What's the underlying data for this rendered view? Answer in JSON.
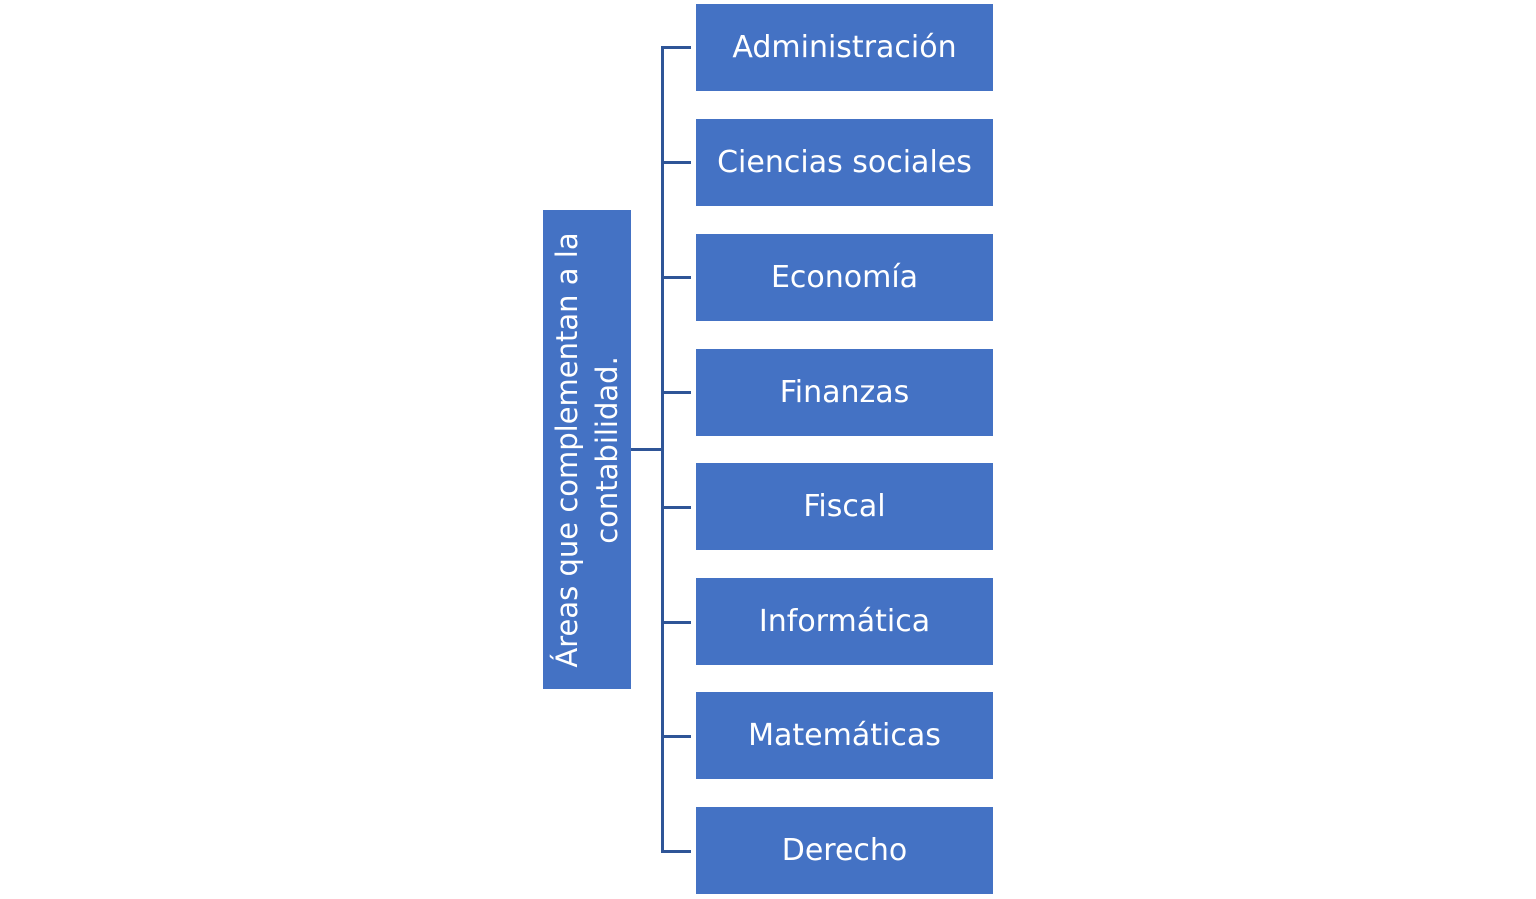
{
  "diagram": {
    "root": {
      "label": "Áreas que complementan a la contabilidad."
    },
    "children": [
      {
        "label": "Administración"
      },
      {
        "label": "Ciencias sociales"
      },
      {
        "label": "Economía"
      },
      {
        "label": "Finanzas"
      },
      {
        "label": "Fiscal"
      },
      {
        "label": "Informática"
      },
      {
        "label": "Matemáticas"
      },
      {
        "label": "Derecho"
      }
    ],
    "colors": {
      "box_fill": "#4472c4",
      "connector": "#2f5597",
      "text": "#ffffff",
      "background": "#ffffff"
    }
  }
}
